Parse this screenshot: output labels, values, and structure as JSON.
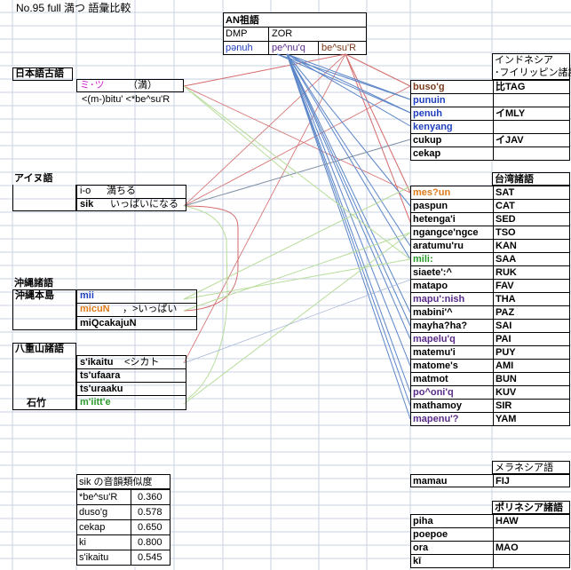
{
  "title": "No.95 full 満つ 語彙比較",
  "an": {
    "header": "AN祖語",
    "dmp": "DMP",
    "zor": "ZOR",
    "penuh": "pənuh",
    "penuq": "pe^nu'q",
    "besur": "be^su'R"
  },
  "japanese": {
    "header": "日本語古語",
    "word": "ミ･ツ",
    "gloss": "（満）",
    "etym": "<(m-)bitu' <*be^su'R"
  },
  "ainu": {
    "header": "アイヌ語",
    "rows": [
      {
        "form": "i-o",
        "gloss": "満ちる"
      },
      {
        "form": "sik",
        "gloss": "いっぱいになる"
      }
    ]
  },
  "okinawa": {
    "header": "沖縄諸語",
    "sub": "沖縄本島",
    "rows": [
      "mii",
      "micuN",
      "miQcakajuN"
    ],
    "micu_gloss": "，>いっぱい"
  },
  "yaeyama": {
    "header": "八重山諸語",
    "sub": "石竹",
    "rows": [
      "s'ikaitu",
      "ts'ufaara",
      "ts'uraaku",
      "m'iitt'e"
    ],
    "s_gloss": "<シカト"
  },
  "indo": {
    "header1": "インドネシア",
    "header2": "･フイリッピン諸語",
    "rows": [
      {
        "form": "buso'g",
        "label": "比TAG"
      },
      {
        "form": "punuin",
        "label": ""
      },
      {
        "form": "penuh",
        "label": "イMLY"
      },
      {
        "form": "kenyang",
        "label": ""
      },
      {
        "form": "cukup",
        "label": "イJAV"
      },
      {
        "form": "cekap",
        "label": ""
      }
    ]
  },
  "taiwan": {
    "header": "台湾諸語",
    "rows": [
      {
        "form": "mes?un",
        "label": "SAT"
      },
      {
        "form": "paspun",
        "label": "CAT"
      },
      {
        "form": "hetenga'i",
        "label": "SED"
      },
      {
        "form": "ngangce'ngce",
        "label": "TSO"
      },
      {
        "form": "aratumu'ru",
        "label": "KAN"
      },
      {
        "form": "mili:",
        "label": "SAA"
      },
      {
        "form": "siaete':^",
        "label": "RUK"
      },
      {
        "form": "matapo",
        "label": "FAV"
      },
      {
        "form": "mapu':nish",
        "label": "THA"
      },
      {
        "form": "mabini'^",
        "label": "PAZ"
      },
      {
        "form": "mayha?ha?",
        "label": "SAI"
      },
      {
        "form": "mapelu'q",
        "label": "PAI"
      },
      {
        "form": "matemu'i",
        "label": "PUY"
      },
      {
        "form": "matome's",
        "label": "AMI"
      },
      {
        "form": "matmot",
        "label": "BUN"
      },
      {
        "form": "po^oni'q",
        "label": "KUV"
      },
      {
        "form": "mathamoy",
        "label": "SIR"
      },
      {
        "form": "mapenu'?",
        "label": "YAM"
      }
    ]
  },
  "melanesia": {
    "header": "メラネシア語",
    "form": "mamau",
    "label": "FIJ"
  },
  "polynesia": {
    "header": "ポリネシア諸語",
    "rows": [
      {
        "form": "piha",
        "label": "HAW"
      },
      {
        "form": "poepoe",
        "label": ""
      },
      {
        "form": "ora",
        "label": "MAO"
      },
      {
        "form": "kī",
        "label": ""
      }
    ]
  },
  "similarity": {
    "header": "sik の音韻類似度",
    "rows": [
      {
        "form": "*be^su'R",
        "value": "0.360"
      },
      {
        "form": "duso'g",
        "value": "0.578"
      },
      {
        "form": "cekap",
        "value": "0.650"
      },
      {
        "form": "ki",
        "value": "0.800"
      },
      {
        "form": "s'ikaitu",
        "value": "0.545"
      }
    ]
  },
  "colors": {
    "grid": "#c9d3e3",
    "red_line": "#d46a6a",
    "blue_line": "#5b86c8",
    "green_line": "#b8dc9a",
    "gray_line": "#7f8fa6",
    "orange": "#e07b1a",
    "blue_text": "#1f3fbf",
    "purple_text": "#5a2a8a",
    "magenta": "#d020d0",
    "green_text": "#2a9a2a",
    "brown": "#7a3a1a"
  }
}
